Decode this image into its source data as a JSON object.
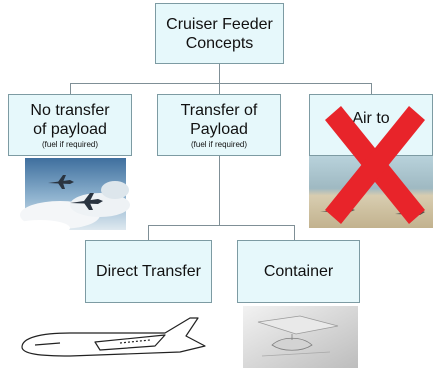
{
  "root": {
    "label_line1": "Cruiser Feeder",
    "label_line2": "Concepts"
  },
  "level1": [
    {
      "line1": "No transfer",
      "line2": "of payload",
      "note": "(fuel if required)",
      "image_icon": "airplanes-over-clouds-image"
    },
    {
      "line1": "Transfer of",
      "line2": "Payload",
      "note": "(fuel if required)"
    },
    {
      "line1": "Air to",
      "image_icon": "aircraft-on-beach-image",
      "overlay_icon": "red-x-cross-icon"
    }
  ],
  "level2": [
    {
      "label": "Direct Transfer",
      "image_icon": "airplane-outline-sketch-image"
    },
    {
      "label": "Container",
      "image_icon": "container-render-image"
    }
  ],
  "colors": {
    "box_fill": "#e6f8fb",
    "box_border": "#7d9ba3",
    "connector": "#7f8f96",
    "cross": "#e8242a"
  }
}
